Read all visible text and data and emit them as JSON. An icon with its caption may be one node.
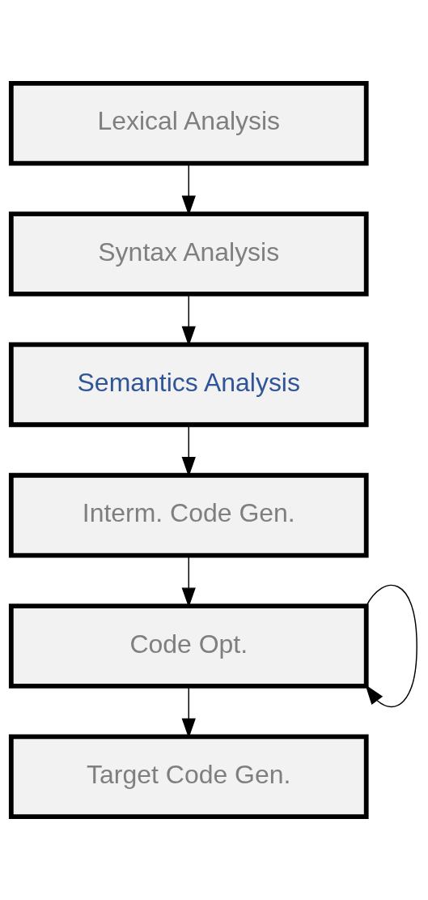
{
  "diagram": {
    "nodes": [
      {
        "text": [
          "Lexical Analysis"
        ]
      },
      {
        "text": [
          "Syntax Analysis"
        ]
      },
      {
        "text": [
          "Semantics Analysis"
        ]
      },
      {
        "text": [
          "Interm. Code Gen."
        ]
      },
      {
        "text": [
          "Code Opt."
        ]
      },
      {
        "text": [
          "Target Code Gen."
        ]
      }
    ],
    "edges": [
      {
        "from": 0,
        "to": 1,
        "arrow": "to"
      },
      {
        "from": 1,
        "to": 2,
        "arrow": "to"
      },
      {
        "from": 2,
        "to": 3,
        "arrow": "to"
      },
      {
        "from": 3,
        "to": 4,
        "arrow": "to"
      },
      {
        "from": 4,
        "to": 4,
        "arrow": "to"
      },
      {
        "from": 4,
        "to": 5,
        "arrow": "to"
      }
    ]
  }
}
